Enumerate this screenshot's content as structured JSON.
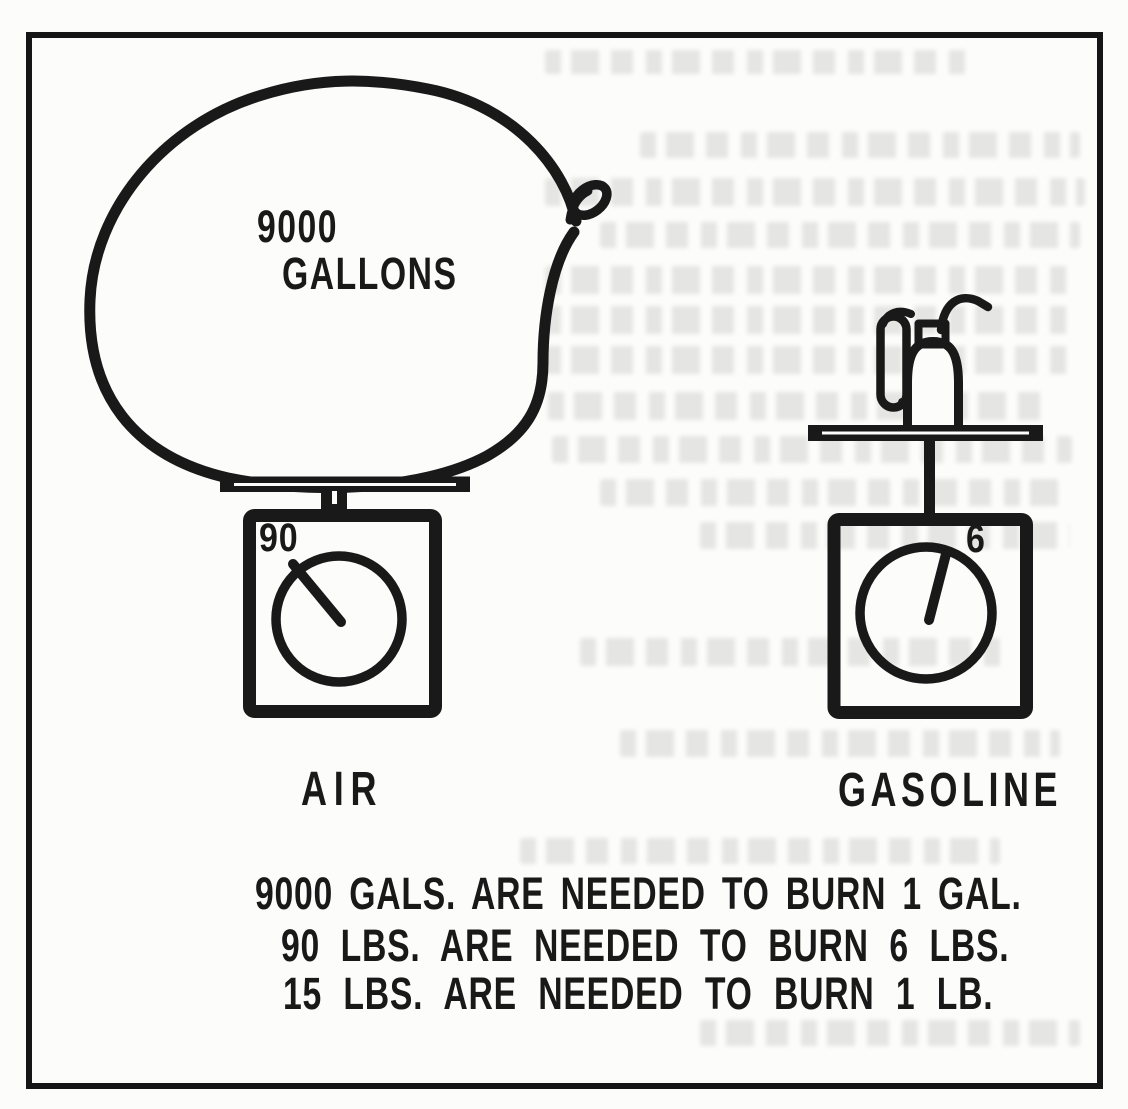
{
  "figure": {
    "balloon": {
      "capacity_line1": "9000",
      "capacity_line2": "GALLONS"
    },
    "air_scale": {
      "reading": "90",
      "label": "AIR"
    },
    "gasoline_scale": {
      "reading": "6",
      "label": "GASOLINE"
    },
    "caption_lines": [
      "9000 GALS. ARE NEEDED TO BURN 1 GAL.",
      "90 LBS. ARE NEEDED TO BURN 6 LBS.",
      "15 LBS. ARE NEEDED TO BURN 1 LB."
    ],
    "colors": {
      "ink": "#191919",
      "paper": "#fcfcfa"
    }
  }
}
